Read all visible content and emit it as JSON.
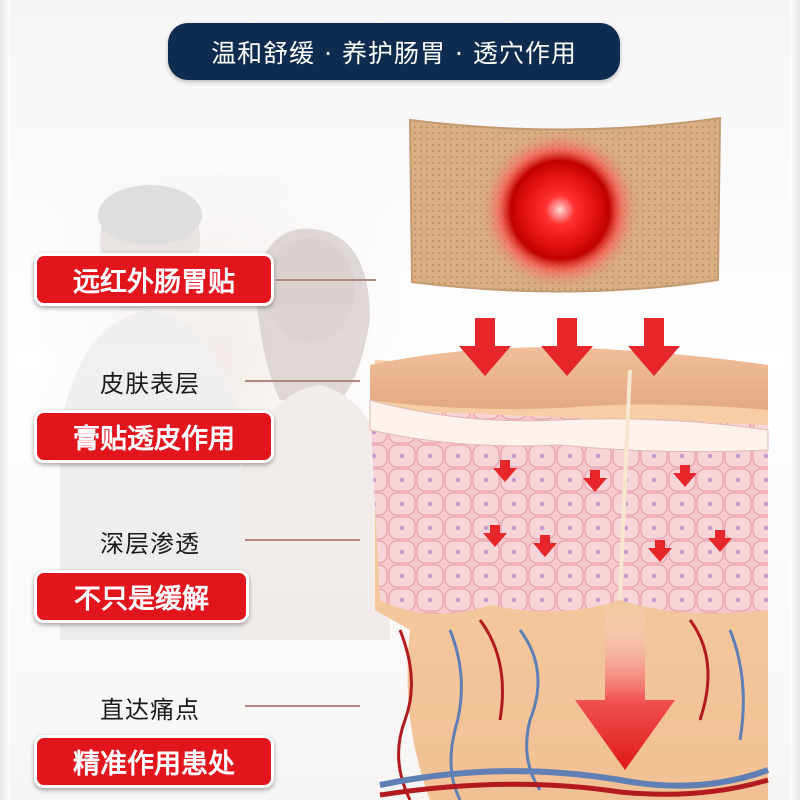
{
  "banner": {
    "text": "温和舒缓 · 养护肠胃 · 透穴作用"
  },
  "labels": {
    "product": "远红外肠胃贴",
    "skin_surface": "皮肤表层",
    "plaster_action": "膏贴透皮作用",
    "deep_penetration": "深层渗透",
    "not_just_relief": "不只是缓解",
    "reach_pain": "直达痛点",
    "precise_action": "精准作用患处"
  },
  "colors": {
    "banner_bg": "#0d2c4f",
    "label_red": "#e2141c",
    "patch_tan": "#d9ae82",
    "patch_glow": "#ff2020",
    "skin_top": "#e9b792",
    "skin_cells": "#f3b9c2",
    "arrow_red": "#e7262b"
  },
  "icons": {
    "arrow": "arrow-down-icon",
    "patch": "far-infrared-patch-icon",
    "skin": "skin-cross-section-illustration"
  }
}
